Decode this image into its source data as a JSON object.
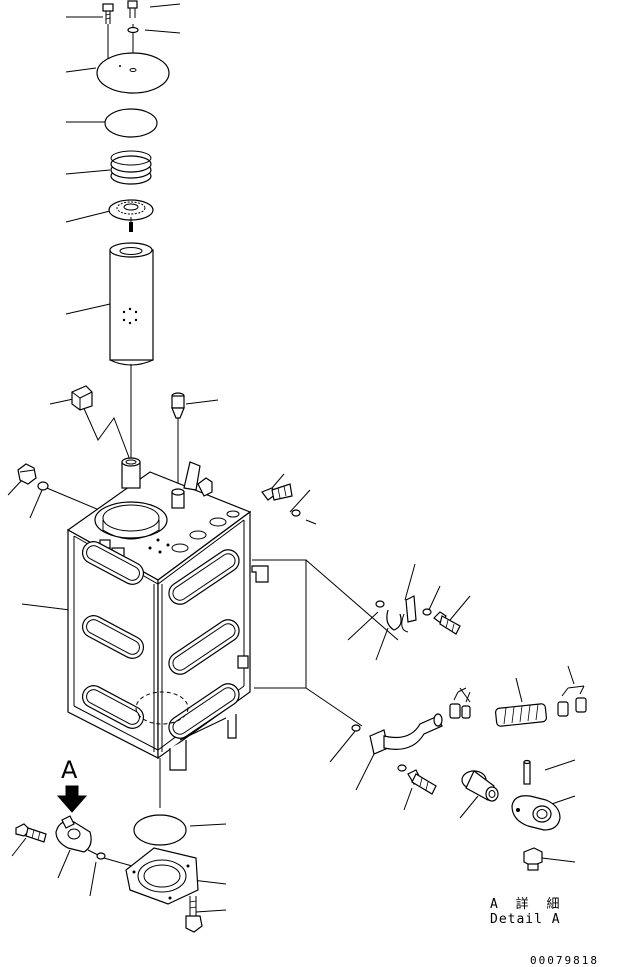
{
  "labels": {
    "view_letter": "A",
    "detail_jp": "A 詳 細",
    "detail_en": "Detail A",
    "drawing_number": "00079818"
  },
  "icons": [
    "bolt-icon",
    "washer-icon",
    "cover-icon",
    "gasket-icon",
    "spring-icon",
    "strainer-icon",
    "filter-element-icon",
    "cap-icon",
    "sensor-icon",
    "tank-icon",
    "clip-icon",
    "hose-icon",
    "elbow-pipe-icon",
    "arrow-down-icon",
    "flange-icon",
    "valve-icon",
    "plug-icon"
  ]
}
